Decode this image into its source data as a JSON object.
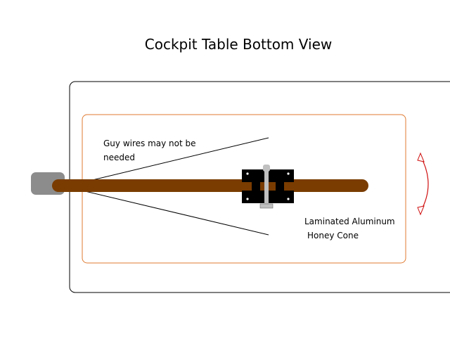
{
  "title": "Cockpit Table Bottom View",
  "annotations": {
    "guy_wires_line1": "Guy wires may not be",
    "guy_wires_line2": "needed",
    "material_line1": "Laminated Aluminum",
    "material_line2": "Honey Cone"
  },
  "colors": {
    "outline": "#000000",
    "table_outline": "#e07a30",
    "tube": "#7a3c00",
    "mount_block": "#8c8c8c",
    "bracket": "#000000",
    "bolt": "#c0c0c0",
    "rotation_arrow": "#d01010"
  }
}
